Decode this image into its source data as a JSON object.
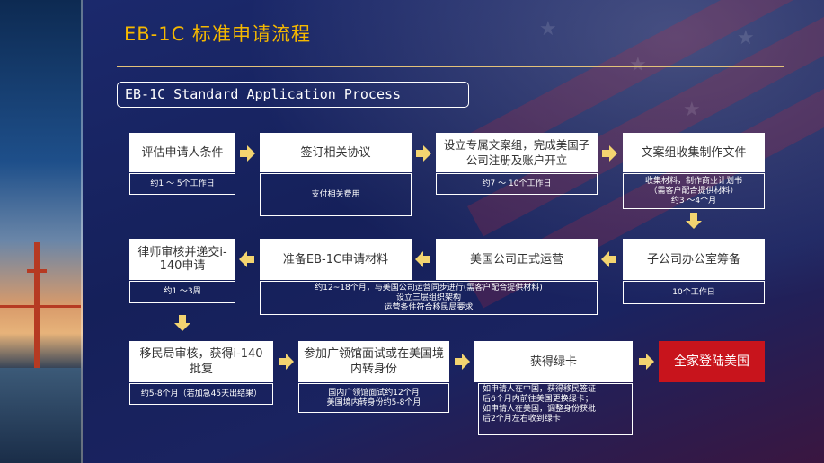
{
  "header": {
    "title": "EB-1C 标准申请流程",
    "subtitle": "EB-1C Standard Application Process"
  },
  "colors": {
    "accent": "#f5b800",
    "arrow": "#f3d470",
    "final": "#c8141c"
  },
  "steps": [
    {
      "label": "评估申请人条件"
    },
    {
      "label": "签订相关协议"
    },
    {
      "label": "设立专属文案组，完成美国子公司注册及账户开立"
    },
    {
      "label": "文案组收集制作文件"
    },
    {
      "label": "子公司办公室筹备"
    },
    {
      "label": "美国公司正式运营"
    },
    {
      "label": "准备EB-1C申请材料"
    },
    {
      "label": "律师审核并递交i-140申请"
    },
    {
      "label": "移民局审核，获得i-140批复"
    },
    {
      "label": "参加广领馆面试或在美国境内转身份"
    },
    {
      "label": "获得绿卡"
    },
    {
      "label": "全家登陆美国"
    }
  ],
  "notes": {
    "n1": "约1 ～ 5个工作日",
    "n2": "支付相关费用",
    "n3": "约7 ～ 10个工作日",
    "n4": [
      "收集材料，制作商业计划书",
      "（需客户配合提供材料）",
      "约3 ～4个月"
    ],
    "n5": "10个工作日",
    "n6": [
      "约12~18个月，与美国公司运营同步进行(需客户配合提供材料)",
      "设立三层组织架构",
      "运营条件符合移民局要求"
    ],
    "n8": "约1 ～3周",
    "n9": "约5-8个月（若加急45天出结果）",
    "n10": [
      "国内广领馆面试约12个月",
      "美国境内转身份约5-8个月"
    ],
    "n11": [
      "如申请人在中国，获得移民签证",
      "后6个月内前往美国更换绿卡；",
      "如申请人在美国，调整身份获批",
      "后2个月左右收到绿卡"
    ]
  }
}
